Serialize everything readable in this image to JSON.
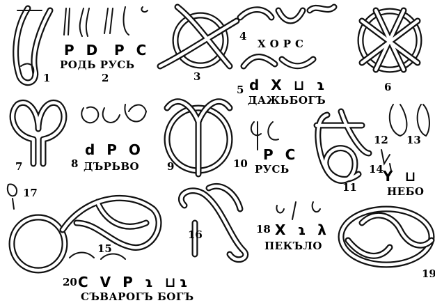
{
  "figure_numbers": [
    "1",
    "2",
    "3",
    "4",
    "5",
    "6",
    "7",
    "8",
    "9",
    "10",
    "11",
    "12",
    "13",
    "14",
    "15",
    "16",
    "17",
    "18",
    "19",
    "20"
  ],
  "labels": {
    "rod_rus": "РОДЬ РУСЬ",
    "hors": "ХОРС",
    "dazhbog": "ДАЖЬБОГЪ",
    "darvo": "ДЪРЬВО",
    "rus": "РУСЬ",
    "nebo": "НЕБО",
    "peklo": "ПЕКЪЛО",
    "svarog": "СЪВАРОГЪ БОГЪ"
  },
  "runes": {
    "f2a": "P D",
    "f2b": "P C",
    "f5": "d X ⊔ ɿ",
    "f8": "d P O",
    "f10": "P C",
    "f14": "Y ⊔",
    "f18": "X ɿ λ",
    "f20": "C V P ɿ ⊔ɿ"
  }
}
